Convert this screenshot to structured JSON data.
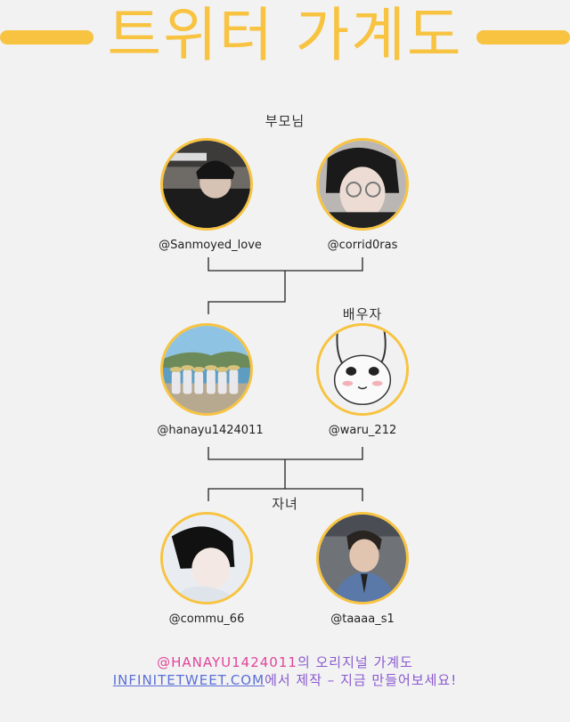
{
  "title": "트위터 가계도",
  "sections": {
    "parents": "부모님",
    "spouse": "배우자",
    "children": "자녀"
  },
  "members": {
    "parent1": "@Sanmoyed_love",
    "parent2": "@corrid0ras",
    "self": "@hanayu1424011",
    "spouse": "@waru_212",
    "child1": "@commu_66",
    "child2": "@taaaa_s1"
  },
  "footer": {
    "owner": "@HANAYU1424011",
    "owner_suffix": "의 오리지널 가계도",
    "site": "INFINITETWEET.COM",
    "site_suffix": "에서 제작 – 지금 만들어보세요!"
  },
  "colors": {
    "accent": "#f7c341",
    "owner": "#e0459a",
    "footer_text": "#8a5ad0",
    "link": "#5b6fd6"
  }
}
